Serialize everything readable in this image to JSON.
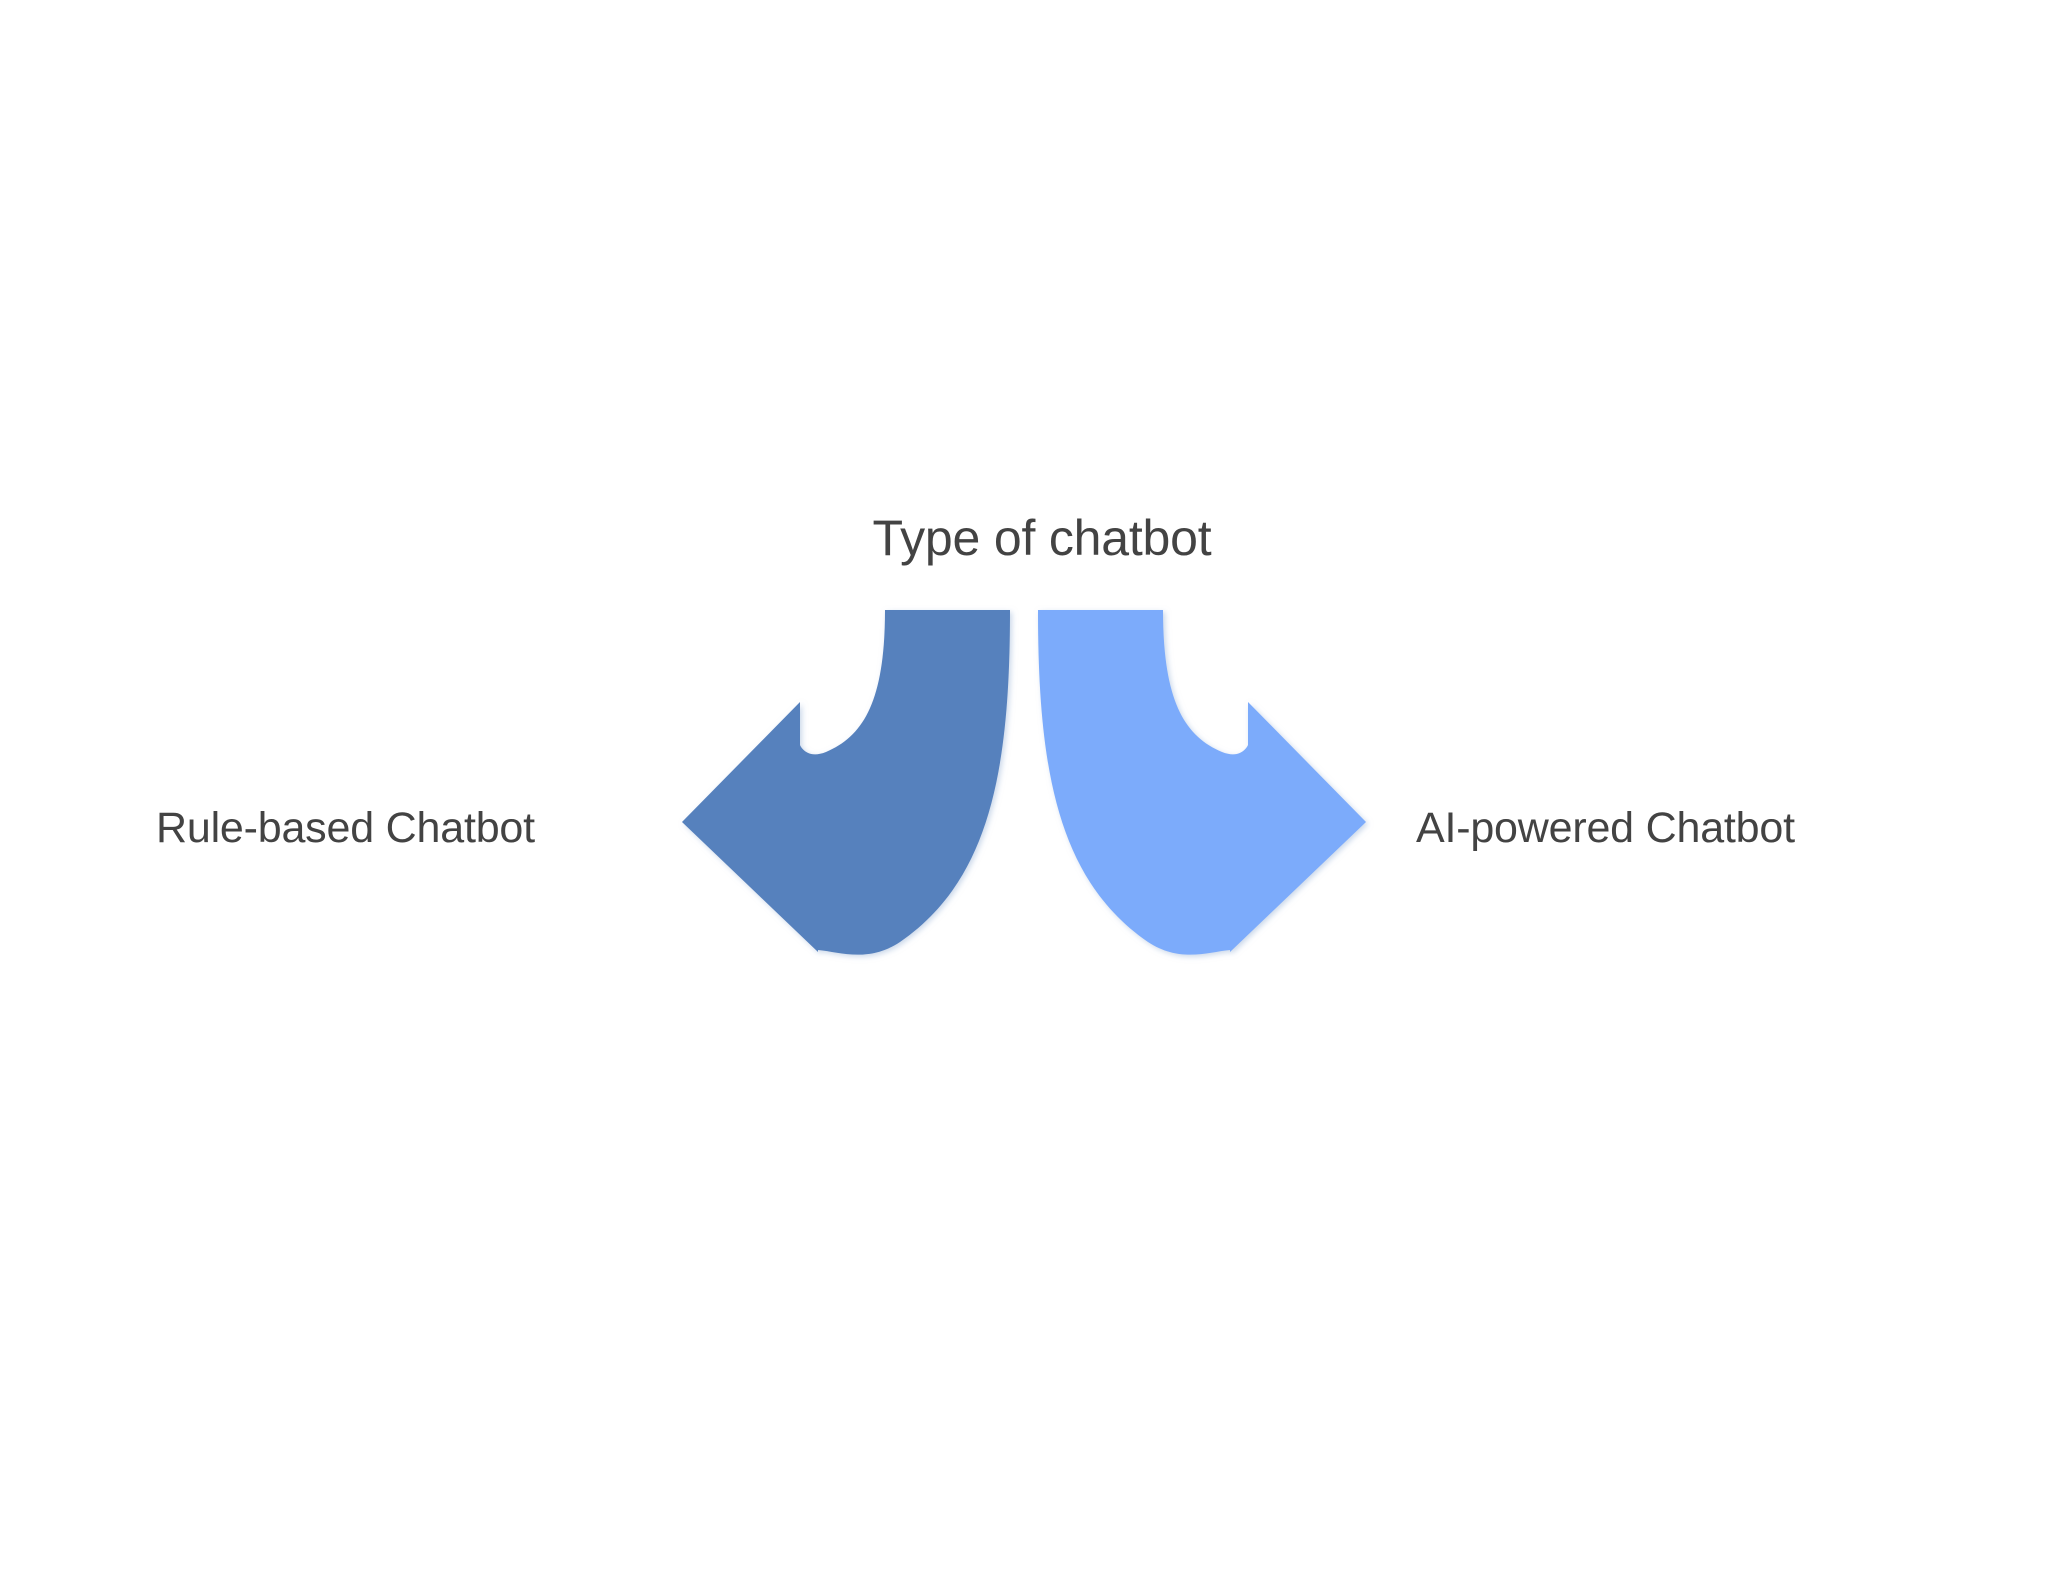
{
  "diagram": {
    "type": "two-way-split-arrow",
    "title": "Type of chatbot",
    "background_color": "#ffffff",
    "text_color": "#434343",
    "branches": [
      {
        "id": "rule-based",
        "label": "Rule-based Chatbot",
        "direction": "left",
        "arrow_color": "#5681bd",
        "arrow_name": "curved-left-arrow"
      },
      {
        "id": "ai-powered",
        "label": "AI-powered Chatbot",
        "direction": "right",
        "arrow_color": "#7cabfb",
        "arrow_name": "curved-right-arrow"
      }
    ]
  }
}
